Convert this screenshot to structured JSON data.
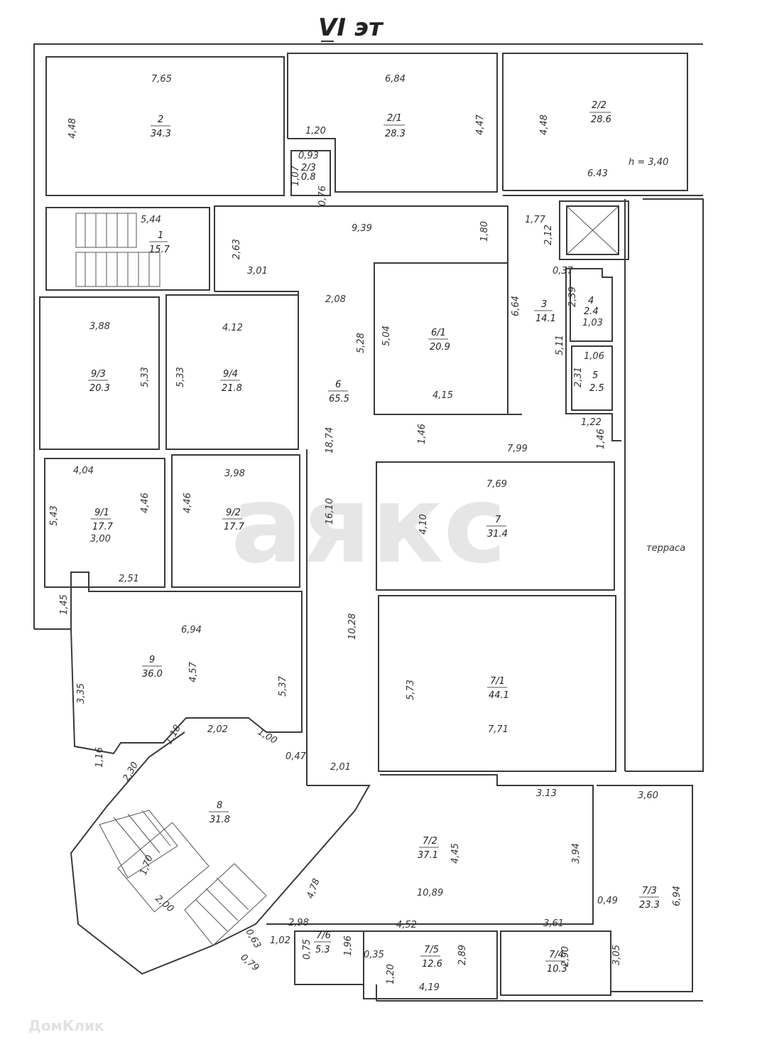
{
  "title": "VI эт",
  "watermark": "аякс",
  "watermark_brand": "ДомКлик",
  "ceiling_height": "h = 3,40",
  "terrace_label": "терраса",
  "rooms": [
    {
      "id": "2",
      "area": "34.3"
    },
    {
      "id": "2/1",
      "area": "28.3"
    },
    {
      "id": "2/2",
      "area": "28.6"
    },
    {
      "id": "2/3",
      "area": "0.8"
    },
    {
      "id": "1",
      "area": "15.7"
    },
    {
      "id": "3",
      "area": "14.1"
    },
    {
      "id": "4",
      "area": "2.4"
    },
    {
      "id": "5",
      "area": "2.5"
    },
    {
      "id": "6",
      "area": "65.5"
    },
    {
      "id": "6/1",
      "area": "20.9"
    },
    {
      "id": "9/3",
      "area": "20.3"
    },
    {
      "id": "9/4",
      "area": "21.8"
    },
    {
      "id": "9/1",
      "area": "17.7"
    },
    {
      "id": "9/2",
      "area": "17.7"
    },
    {
      "id": "7",
      "area": "31.4"
    },
    {
      "id": "7/1",
      "area": "44.1"
    },
    {
      "id": "9",
      "area": "36.0"
    },
    {
      "id": "8",
      "area": "31.8"
    },
    {
      "id": "7/2",
      "area": "37.1"
    },
    {
      "id": "7/3",
      "area": "23.3"
    },
    {
      "id": "7/4",
      "area": "10.3"
    },
    {
      "id": "7/5",
      "area": "12.6"
    },
    {
      "id": "7/6",
      "area": "5.3"
    }
  ],
  "dimensions": [
    "7,65",
    "4,48",
    "6,84",
    "4,47",
    "1,20",
    "4,48",
    "6.43",
    "0,93",
    "1,07",
    "0,76",
    "5,44",
    "9,39",
    "1,80",
    "1,77",
    "2,12",
    "2,63",
    "3,01",
    "2,08",
    "0,37",
    "2,39",
    "1,03",
    "6,64",
    "5,11",
    "1,06",
    "2,31",
    "3,88",
    "5,33",
    "4.12",
    "5,33",
    "5,28",
    "5,04",
    "4,15",
    "1,22",
    "1,46",
    "1,46",
    "7,99",
    "18,74",
    "4,04",
    "4,46",
    "3,00",
    "2,51",
    "5,43",
    "3,98",
    "4,46",
    "16,10",
    "7,69",
    "4,10",
    "1,45",
    "6,94",
    "4,57",
    "5,37",
    "10,28",
    "5,73",
    "7,71",
    "3,35",
    "2,02",
    "1,18",
    "1,00",
    "0,47",
    "1,16",
    "2,30",
    "2,01",
    "1,70",
    "2,00",
    "3.13",
    "4,45",
    "3,94",
    "4,78",
    "10,89",
    "3,60",
    "0,49",
    "6,94",
    "2,98",
    "4,52",
    "3,61",
    "0,63",
    "0,79",
    "1,02",
    "0,75",
    "1,96",
    "0,35",
    "2,89",
    "2,90",
    "3,05",
    "1,20",
    "4,19"
  ]
}
